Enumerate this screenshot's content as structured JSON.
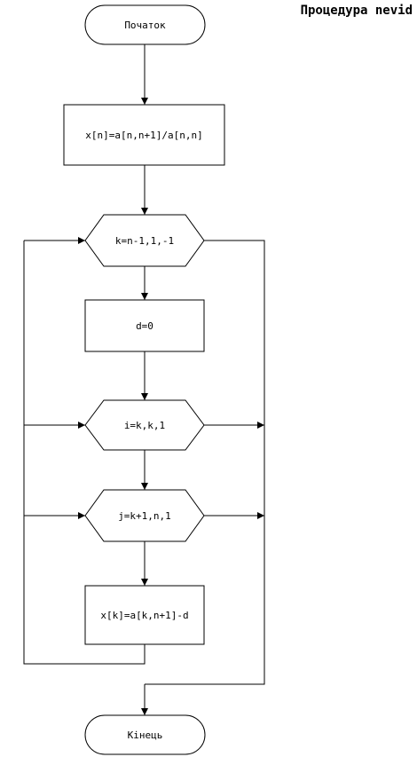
{
  "title": "Процедура nevid",
  "nodes": {
    "start": "Початок",
    "assign_xn": "x[n]=a[n,n+1]/a[n,n]",
    "loop_k": "k=n-1,1,-1",
    "assign_d": "d=0",
    "loop_i": "i=k,k,1",
    "loop_j": "j=k+1,n,1",
    "assign_xk": "x[k]=a[k,n+1]-d",
    "end": "Кінець"
  }
}
